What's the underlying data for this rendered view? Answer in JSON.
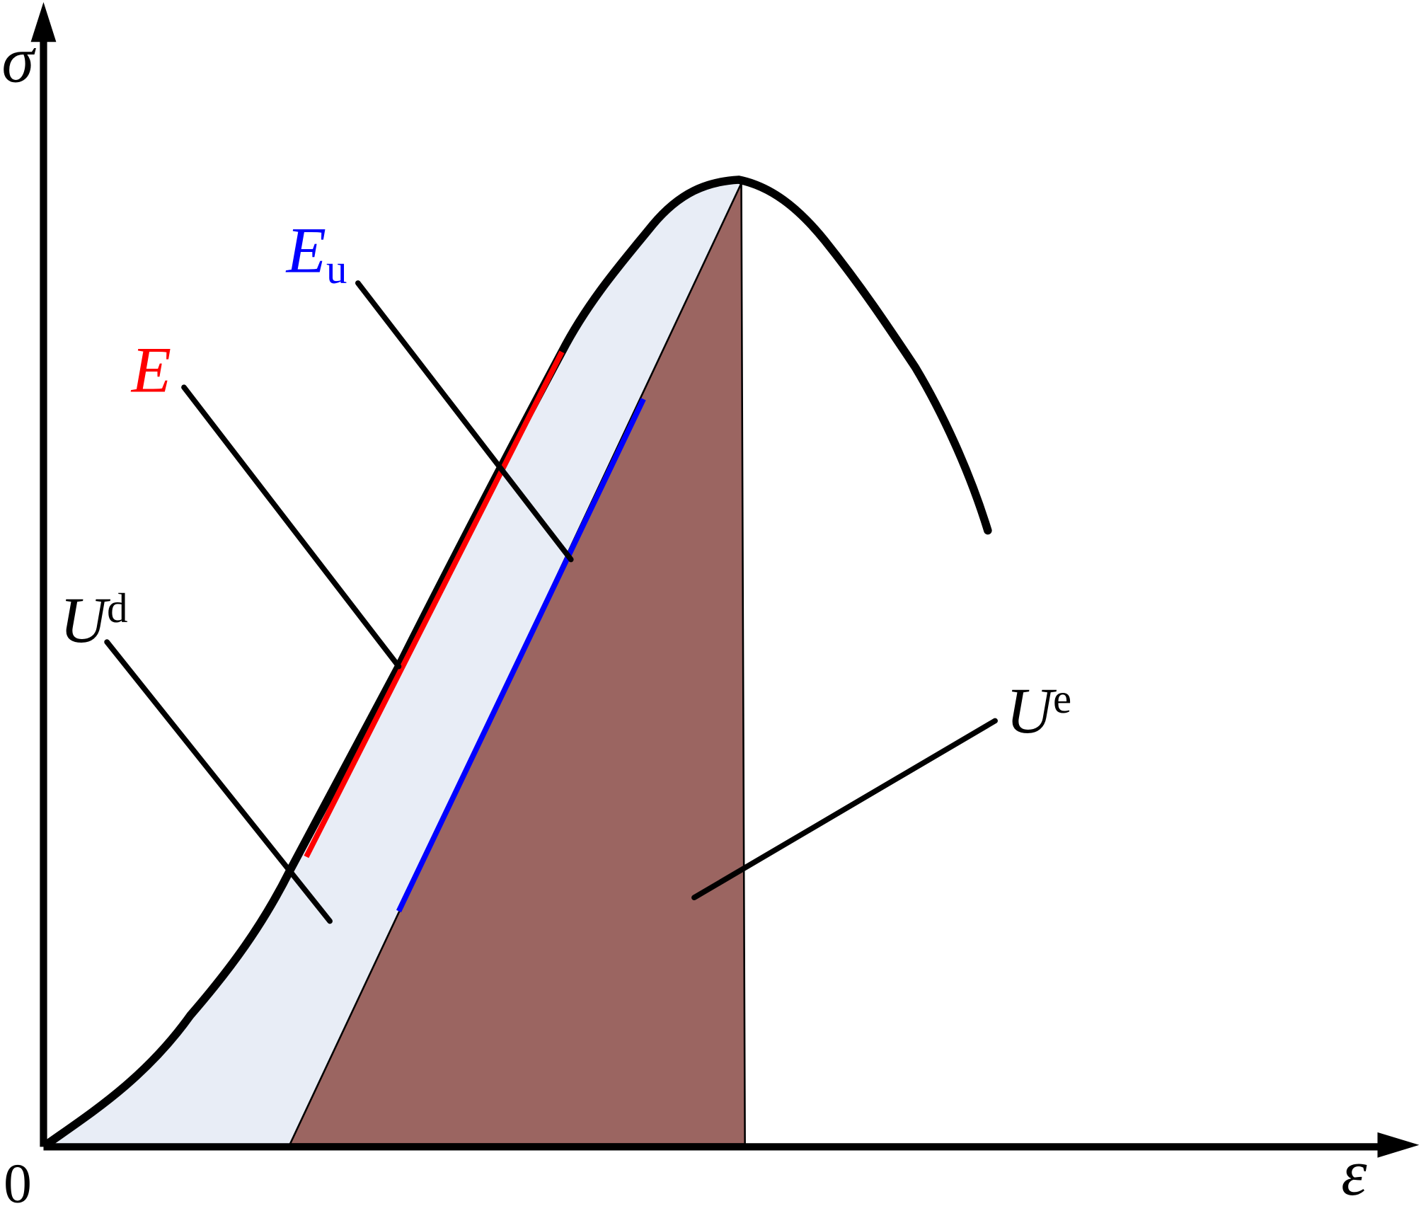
{
  "axes": {
    "y_label": "σ",
    "x_label": "ε",
    "origin_label": "0"
  },
  "labels": {
    "E": {
      "main": "E",
      "color": "#ff0000"
    },
    "Eu": {
      "main": "E",
      "sub": "u",
      "color": "#0000ff"
    },
    "Ud": {
      "main": "U",
      "sup": "d",
      "color": "#000000"
    },
    "Ue": {
      "main": "U",
      "sup": "e",
      "color": "#000000"
    }
  },
  "colors": {
    "dissipated_fill": "#e8edf6",
    "elastic_fill": "#9b6561",
    "curve": "#000000",
    "E_line": "#ff0000",
    "Eu_line": "#0000ff"
  }
}
